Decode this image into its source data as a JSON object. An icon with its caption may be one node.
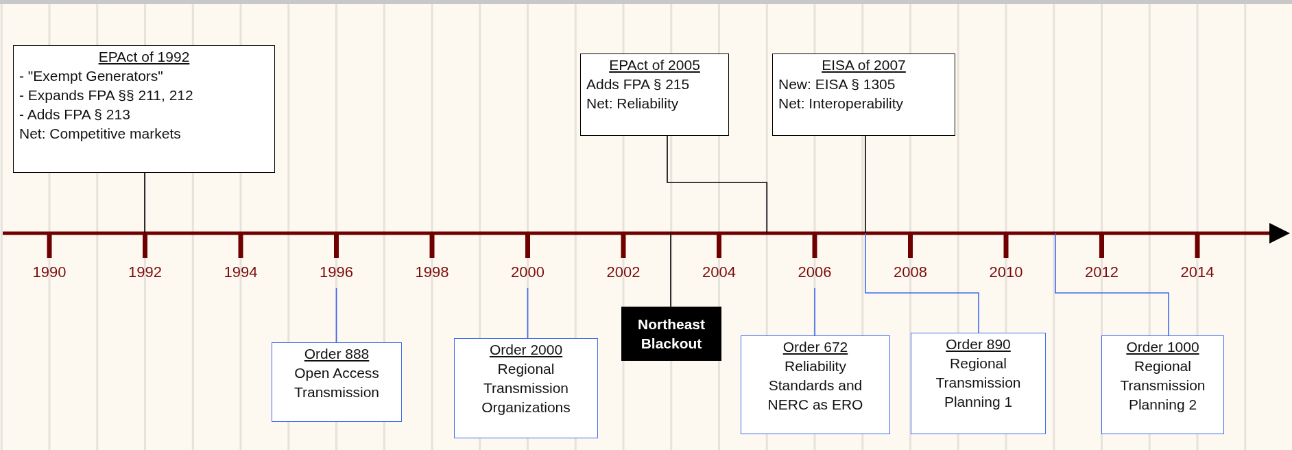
{
  "diagram": {
    "nodes": [
      {
        "text": [
          "EPAct of 1992",
          "- \"Exempt Generators\"",
          "- Expands FPA §§ 211, 212",
          "- Adds FPA § 213",
          "Net: Competitive markets"
        ]
      },
      {
        "text": [
          "EPAct of 2005",
          "Adds FPA § 215",
          "Net: Reliability"
        ]
      },
      {
        "text": [
          "EISA of 2007",
          "New: EISA § 1305",
          "Net: Interoperability"
        ]
      },
      {
        "text": [
          "Order 888",
          "Open Access Transmission"
        ]
      },
      {
        "text": [
          "Order 2000",
          "Regional Transmission Organizations"
        ]
      },
      {
        "text": [
          "Northeast Blackout"
        ]
      },
      {
        "text": [
          "Order 672",
          "Reliability Standards and NERC as ERO"
        ]
      },
      {
        "text": [
          "Order 890",
          "Regional Transmission Planning 1"
        ]
      },
      {
        "text": [
          "Order 1000",
          "Regional Transmission Planning 2"
        ]
      }
    ],
    "edges": [
      {
        "from": 0,
        "to": null,
        "arrow": "none",
        "color": "#000000"
      },
      {
        "from": 1,
        "to": null,
        "arrow": "none",
        "color": "#000000"
      },
      {
        "from": 2,
        "to": null,
        "arrow": "none",
        "color": "#000000"
      },
      {
        "from": 3,
        "to": null,
        "arrow": "none"
      },
      {
        "from": 4,
        "to": null,
        "arrow": "none"
      },
      {
        "from": 5,
        "to": null,
        "arrow": "none",
        "color": "#000000"
      },
      {
        "from": 6,
        "to": null,
        "arrow": "none"
      },
      {
        "from": 7,
        "to": null,
        "arrow": "none"
      },
      {
        "from": 8,
        "to": null,
        "arrow": "none"
      }
    ],
    "labels": [
      "1990",
      "1992",
      "1994",
      "1996",
      "1998",
      "2000",
      "2002",
      "2004",
      "2006",
      "2008",
      "2010",
      "2012",
      "2014"
    ]
  }
}
